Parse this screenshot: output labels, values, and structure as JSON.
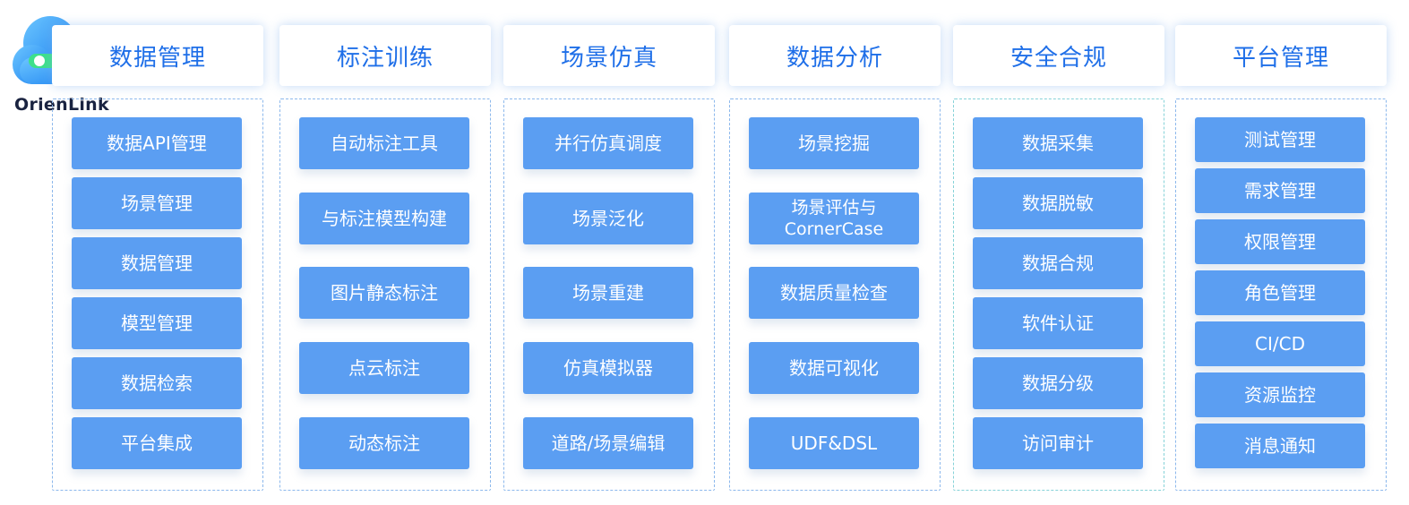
{
  "logo": {
    "text": "OrienLink"
  },
  "colors": {
    "accent": "#1f6fe8",
    "item_fill": "#5b9ef2",
    "dashed_border": "#8cb8ec",
    "teal_border": "#86d2d8"
  },
  "columns": [
    {
      "title": "数据管理",
      "items": [
        "数据API管理",
        "场景管理",
        "数据管理",
        "模型管理",
        "数据检索",
        "平台集成"
      ]
    },
    {
      "title": "标注训练",
      "items": [
        "自动标注工具",
        "与标注模型构建",
        "图片静态标注",
        "点云标注",
        "动态标注"
      ]
    },
    {
      "title": "场景仿真",
      "items": [
        "并行仿真调度",
        "场景泛化",
        "场景重建",
        "仿真模拟器",
        "道路/场景编辑"
      ]
    },
    {
      "title": "数据分析",
      "items": [
        "场景挖掘",
        "场景评估与\nCornerCase",
        "数据质量检查",
        "数据可视化",
        "UDF&DSL"
      ]
    },
    {
      "title": "安全合规",
      "items": [
        "数据采集",
        "数据脱敏",
        "数据合规",
        "软件认证",
        "数据分级",
        "访问审计"
      ]
    },
    {
      "title": "平台管理",
      "items": [
        "测试管理",
        "需求管理",
        "权限管理",
        "角色管理",
        "CI/CD",
        "资源监控",
        "消息通知"
      ]
    }
  ]
}
